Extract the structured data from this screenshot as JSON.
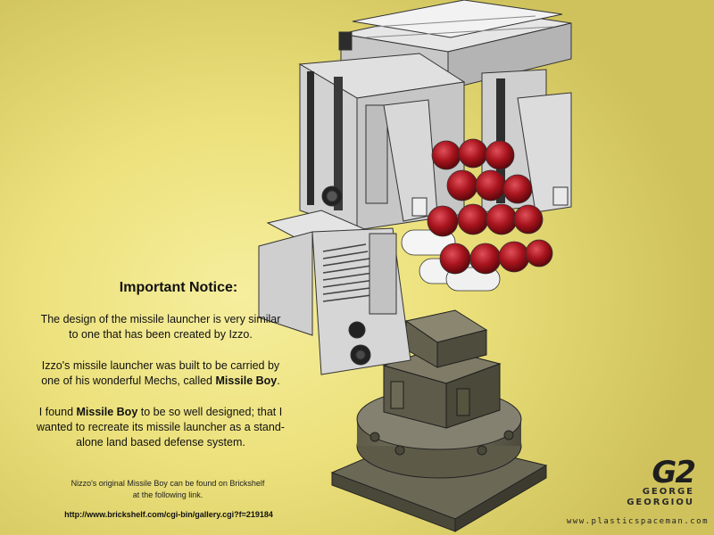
{
  "notice": {
    "title": "Important Notice:",
    "para1_line1": "The design of the missile launcher is very similar",
    "para1_line2": "to one that has been created by Izzo.",
    "para2_line1": "Izzo's missile launcher was built to be carried by",
    "para2_line2_pre": "one of his wonderful Mechs, called ",
    "para2_bold": "Missile Boy",
    "para2_line2_post": ".",
    "para3_pre": "I found ",
    "para3_bold": "Missile Boy",
    "para3_line1_post": " to be so well designed; that I",
    "para3_line2": "wanted to recreate its missile launcher as a stand-",
    "para3_line3": "alone land based defense system."
  },
  "footer": {
    "note_line1": "Nizzo's original Missile Boy can be found on Brickshelf",
    "note_line2": "at the following link.",
    "link": "http://www.brickshelf.com/cgi-bin/gallery.cgi?f=219184"
  },
  "logo": {
    "mark": "G2",
    "line1": "GEORGE",
    "line2": "GEORGIOU",
    "site": "www.plasticspaceman.com"
  },
  "colors": {
    "background": "#ece17c",
    "brick_light": "#d9d9d9",
    "brick_dark": "#3a3a3a",
    "missile_red": "#a8141d",
    "base_grey": "#6e6a58"
  }
}
